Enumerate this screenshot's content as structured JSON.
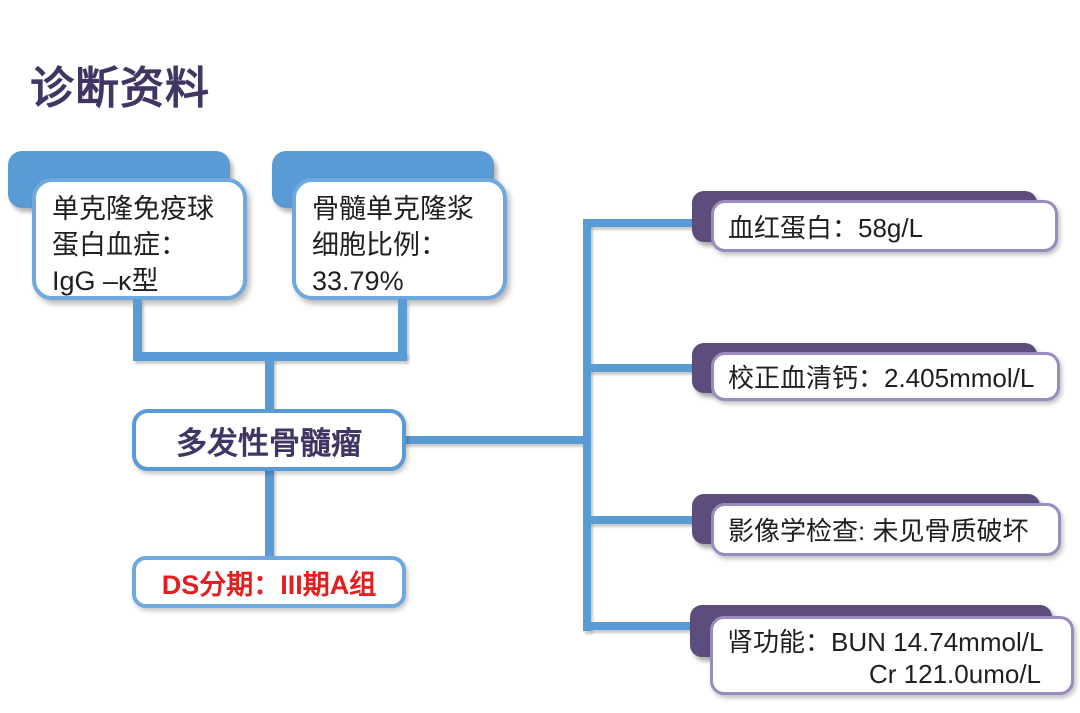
{
  "slide": {
    "title": "诊断资料"
  },
  "colors": {
    "accent_blue": "#5B9BD5",
    "blue_border": "#6FA8DC",
    "accent_purple_dark": "#5C4D7D",
    "purple_border": "#9A8BBE",
    "title_text": "#413564",
    "stage_text_red": "#E32020",
    "body_text": "#1F1F1F",
    "background": "#FFFFFF"
  },
  "left_boxes": [
    {
      "lines": {
        "l1": "单克隆免疫球",
        "l2": "蛋白血症：",
        "l3": "IgG –κ型"
      }
    },
    {
      "lines": {
        "l1": "骨髓单克隆浆",
        "l2": "细胞比例：",
        "l3": "33.79%"
      }
    }
  ],
  "center_box": {
    "label": "多发性骨髓瘤"
  },
  "stage_box": {
    "label": "DS分期：III期A组"
  },
  "right_boxes": [
    {
      "label": "血红蛋白：58g/L"
    },
    {
      "label": "校正血清钙：2.405mmol/L"
    },
    {
      "label": "影像学检查: 未见骨质破坏"
    },
    {
      "label": "肾功能：BUN 14.74mmol/L",
      "label_line2": "Cr 121.0umo/L"
    }
  ]
}
